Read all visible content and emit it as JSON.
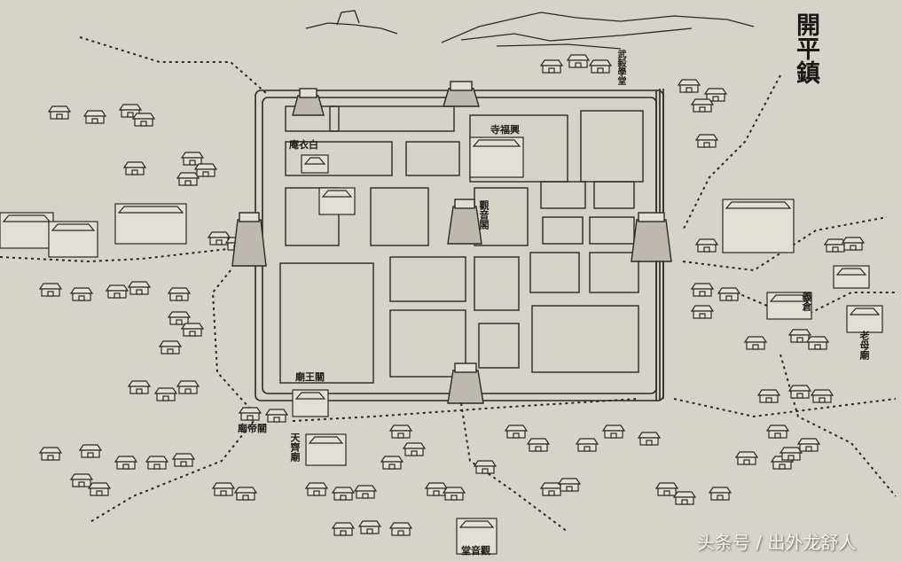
{
  "map": {
    "title": "開平鎮",
    "watermark": "头条号 / 出外龙舒人",
    "labels": {
      "xingfu_temple": "寺福興",
      "guanyin_pavilion": "觀音閣",
      "guanwang_temple": "廟王關",
      "guandi_temple": "廟帝關",
      "tianqi_temple": "天齊廟",
      "granary": "義倉",
      "laomu_temple": "老母廟",
      "baiyi_nunnery": "庵衣白",
      "guanyin_hall": "堂音觀",
      "wuyi_school": "武毅學堂"
    },
    "colors": {
      "paper": "#d6d3ca",
      "ink": "#2a2926"
    }
  }
}
